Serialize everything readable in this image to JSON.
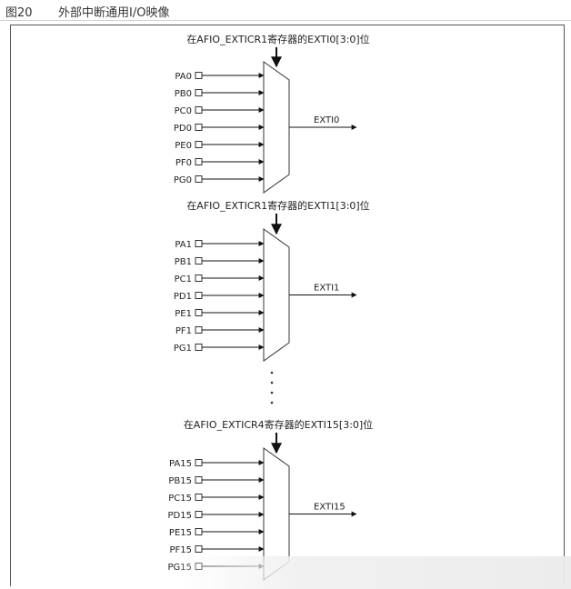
{
  "caption": {
    "figure": "图20",
    "title": "外部中断通用I/O映像"
  },
  "blocks": [
    {
      "select_label": "在AFIO_EXTICR1寄存器的EXTI0[3:0]位",
      "inputs": [
        "PA0",
        "PB0",
        "PC0",
        "PD0",
        "PE0",
        "PF0",
        "PG0"
      ],
      "output": "EXTI0"
    },
    {
      "select_label": "在AFIO_EXTICR1寄存器的EXTI1[3:0]位",
      "inputs": [
        "PA1",
        "PB1",
        "PC1",
        "PD1",
        "PE1",
        "PF1",
        "PG1"
      ],
      "output": "EXTI1"
    },
    {
      "select_label": "在AFIO_EXTICR4寄存器的EXTI15[3:0]位",
      "inputs": [
        "PA15",
        "PB15",
        "PC15",
        "PD15",
        "PE15",
        "PF15",
        "PG15"
      ],
      "output": "EXTI15"
    }
  ]
}
